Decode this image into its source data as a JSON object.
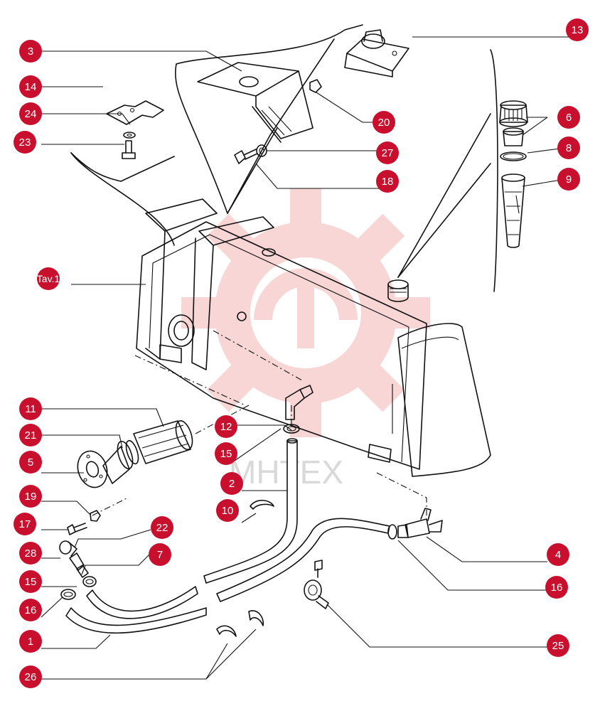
{
  "diagram": {
    "watermark_text": "MHTEX",
    "reference_label": "Tav.1",
    "callouts": [
      {
        "id": "c3",
        "label": "3"
      },
      {
        "id": "c13",
        "label": "13"
      },
      {
        "id": "c14",
        "label": "14"
      },
      {
        "id": "c24",
        "label": "24"
      },
      {
        "id": "c23",
        "label": "23"
      },
      {
        "id": "c20",
        "label": "20"
      },
      {
        "id": "c27",
        "label": "27"
      },
      {
        "id": "c18",
        "label": "18"
      },
      {
        "id": "c6",
        "label": "6"
      },
      {
        "id": "c8",
        "label": "8"
      },
      {
        "id": "c9",
        "label": "9"
      },
      {
        "id": "c11",
        "label": "11"
      },
      {
        "id": "c21",
        "label": "21"
      },
      {
        "id": "c5",
        "label": "5"
      },
      {
        "id": "c12",
        "label": "12"
      },
      {
        "id": "c15a",
        "label": "15"
      },
      {
        "id": "c2",
        "label": "2"
      },
      {
        "id": "c10",
        "label": "10"
      },
      {
        "id": "c19",
        "label": "19"
      },
      {
        "id": "c17",
        "label": "17"
      },
      {
        "id": "c22",
        "label": "22"
      },
      {
        "id": "c28",
        "label": "28"
      },
      {
        "id": "c7",
        "label": "7"
      },
      {
        "id": "c15b",
        "label": "15"
      },
      {
        "id": "c16a",
        "label": "16"
      },
      {
        "id": "c4",
        "label": "4"
      },
      {
        "id": "c16b",
        "label": "16"
      },
      {
        "id": "c1",
        "label": "1"
      },
      {
        "id": "c25",
        "label": "25"
      },
      {
        "id": "c26",
        "label": "26"
      }
    ],
    "colors": {
      "callout_fill": "#c8102e",
      "callout_text": "#ffffff",
      "line_art": "#111111",
      "watermark_logo": "#f4c4c4",
      "watermark_text": "#d9d9d9"
    }
  }
}
